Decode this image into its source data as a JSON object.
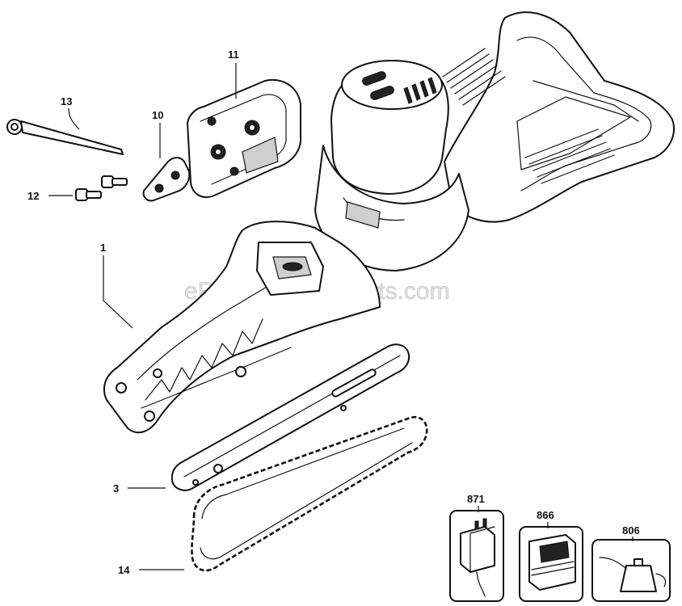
{
  "watermark": "eReplacementParts.com",
  "callouts": {
    "part_1": "1",
    "part_3": "3",
    "part_10": "10",
    "part_11": "11",
    "part_12": "12",
    "part_13": "13",
    "part_14": "14",
    "part_806": "806",
    "part_866": "866",
    "part_871": "871"
  }
}
